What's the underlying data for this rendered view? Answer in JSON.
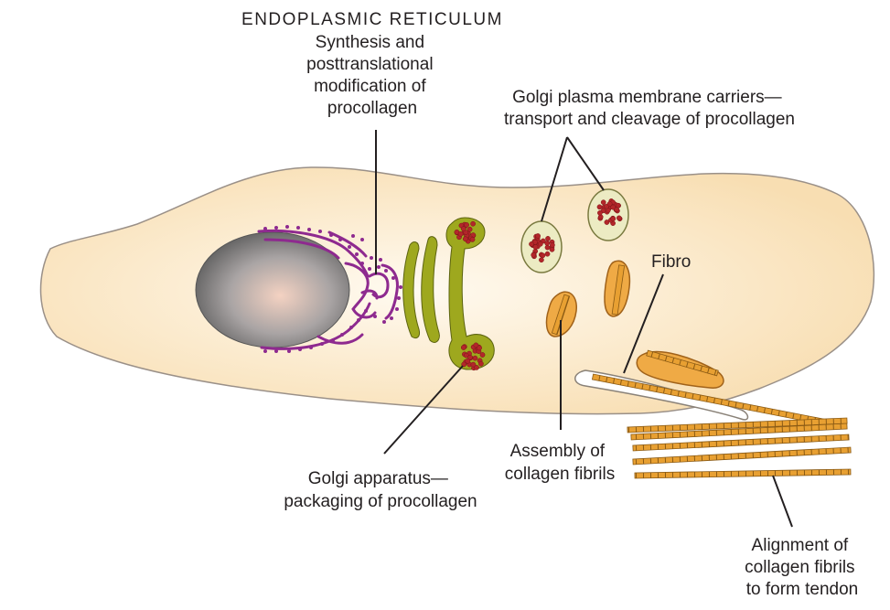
{
  "labels": {
    "er_title": "ENDOPLASMIC RETICULUM",
    "er_desc": [
      "Synthesis and",
      "posttranslational",
      "modification of",
      "procollagen"
    ],
    "carriers": [
      "Golgi plasma membrane carriers—",
      "transport and cleavage of procollagen"
    ],
    "fibro": "Fibro",
    "golgi": [
      "Golgi apparatus—",
      "packaging of procollagen"
    ],
    "assembly": [
      "Assembly of",
      "collagen fibrils"
    ],
    "alignment": [
      "Alignment of",
      "collagen fibrils",
      "to form tendon"
    ]
  },
  "colors": {
    "cell_fill": "#fae4be",
    "cell_outline": "#9a9088",
    "nucleus_center": "#f4d2c2",
    "nucleus_edge": "#5e5e5e",
    "er_membrane": "#8e2a8f",
    "golgi_fill": "#9ea81e",
    "vesicle_fill": "#ecebc3",
    "procollagen": "#b3262a",
    "fibril": "#e8a032",
    "fibril_outline": "#8a5a14",
    "text": "#231f20"
  },
  "icons": {
    "nucleus": "nucleus-shape",
    "er": "endoplasmic-reticulum-shape",
    "golgi": "golgi-apparatus-shape",
    "carrier": "vesicle-shape",
    "fibril": "collagen-fibril-shape"
  }
}
